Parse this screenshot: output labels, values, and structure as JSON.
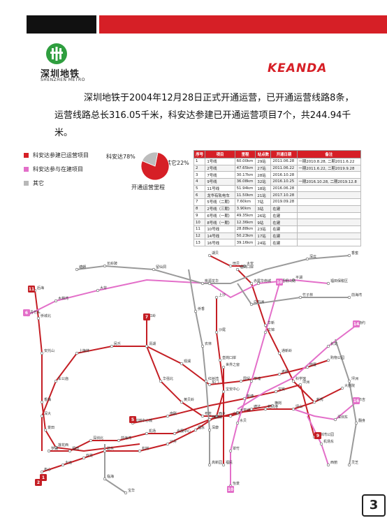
{
  "header": {
    "colors": {
      "black_bar": "#111111",
      "red_bar": "#d61f26"
    }
  },
  "logo": {
    "name_cn": "深圳地铁",
    "name_en": "SHENZHEN METRO",
    "icon": "shenzhen-metro-logo-icon",
    "color": "#2f9e3f"
  },
  "partner_logo": {
    "text": "KEANDA",
    "color": "#d61f26"
  },
  "intro": {
    "text": "深圳地铁于2004年12月28日正式开通运营，已开通运营线路8条，运营线路总长316.05千米，科安达参建已开通运营项目7个，共244.94千米。"
  },
  "legend": {
    "items": [
      {
        "label": "科安达参建已运营项目",
        "color": "#d61f26"
      },
      {
        "label": "科安达参与在建项目",
        "color": "#e36fc9"
      },
      {
        "label": "其它",
        "color": "#b8b8b8"
      }
    ]
  },
  "pie": {
    "title": "开通运营里程",
    "slices": [
      {
        "label": "科安达78%",
        "value": 78,
        "color": "#d61f26"
      },
      {
        "label": "其它22%",
        "value": 22,
        "color": "#bdbdbd"
      }
    ]
  },
  "table": {
    "headers": [
      "序号",
      "项目",
      "里程",
      "站点数",
      "开通日期",
      "备注"
    ],
    "rows": [
      [
        "1",
        "1号线",
        "60.00km",
        "29站",
        "2011.06.28",
        "一期2010.8.28, 二期2011.6.22"
      ],
      [
        "2",
        "2号线",
        "47.65km",
        "27站",
        "2011.06.22",
        "一期2011.6.22, 二期2019.9.28"
      ],
      [
        "3",
        "7号线",
        "30.17km",
        "28站",
        "2016.10.28",
        ""
      ],
      [
        "4",
        "9号线",
        "36.08km",
        "32站",
        "2016.10.25",
        "一期2016.10.28, 二期2019.12.8"
      ],
      [
        "5",
        "11号线",
        "51.94km",
        "18站",
        "2016.06.28",
        ""
      ],
      [
        "6",
        "龙华有轨电车",
        "11.50km",
        "21站",
        "2017.10.28",
        ""
      ],
      [
        "7",
        "5号线（二期）",
        "7.60km",
        "7站",
        "2019.09.28",
        ""
      ],
      [
        "8",
        "2号线（三期）",
        "3.90km",
        "3站",
        "在建",
        ""
      ],
      [
        "9",
        "6号线（一期）",
        "49.35km",
        "26站",
        "在建",
        ""
      ],
      [
        "10",
        "8号线（一期）",
        "12.36km",
        "9站",
        "在建",
        ""
      ],
      [
        "11",
        "10号线",
        "28.88km",
        "23站",
        "在建",
        ""
      ],
      [
        "12",
        "14号线",
        "50.23km",
        "17站",
        "在建",
        ""
      ],
      [
        "13",
        "16号线",
        "39.16km",
        "24站",
        "在建",
        ""
      ]
    ]
  },
  "map": {
    "badges": [
      "1",
      "2",
      "5",
      "6",
      "7",
      "9",
      "10",
      "11",
      "14",
      "16",
      "10"
    ],
    "stations": [
      "罗湖",
      "福田",
      "深圳北",
      "前海湾",
      "机场",
      "会展中心",
      "西丽湖",
      "大学城",
      "蛇口港",
      "坪山",
      "新秀",
      "布心",
      "大运",
      "双龙",
      "碧头",
      "松岗",
      "沙井",
      "福永",
      "西乡",
      "宝安中心",
      "世界之窗",
      "深大",
      "车公庙",
      "上梅林",
      "民乐",
      "清湖",
      "观澜",
      "东门",
      "国贸",
      "老街",
      "岗厦",
      "购物公园",
      "红岭",
      "华强北",
      "黄贝岭",
      "布吉",
      "六约",
      "塘坑",
      "横岗",
      "龙岗中心城",
      "南联",
      "新塘",
      "宝安",
      "坪洲",
      "深圳湾公园",
      "后海",
      "侨城北",
      "安托山",
      "香梅",
      "景田",
      "莲花西",
      "上沙",
      "沙尾",
      "皇岗口岸",
      "福民",
      "福田口岸",
      "赤尾",
      "华新",
      "通新岭",
      "科学馆",
      "大剧院",
      "湖贝",
      "田贝",
      "太安",
      "怡景",
      "翠竹",
      "水贝",
      "草埔",
      "文锦",
      "梧桐山南",
      "长龙",
      "南约",
      "深圳东",
      "布吉",
      "丹竹头",
      "木棉湾",
      "大芬",
      "龙华",
      "华南城",
      "平湖",
      "福田保税区",
      "机场东",
      "西丽",
      "塘朗",
      "长岭陂",
      "留仙洞",
      "桃源",
      "深云",
      "香蜜",
      "侨香",
      "农林",
      "红树湾",
      "深康",
      "高新园",
      "白石洲",
      "竹子林",
      "前海湾",
      "临海",
      "宝华",
      "坪洲",
      "翻身",
      "灵芝",
      "洪浪北",
      "兴东",
      "留仙洞",
      "宝安中心"
    ],
    "colors": {
      "line_red": "#c41e24",
      "line_pink": "#e36fc9",
      "line_gray": "#9a9a9a"
    }
  },
  "page": {
    "number": "3"
  }
}
